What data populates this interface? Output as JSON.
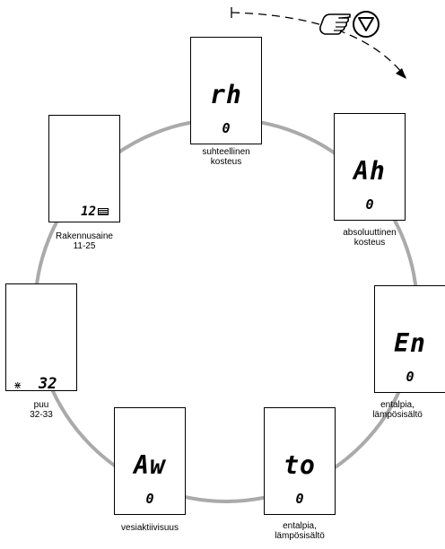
{
  "screens": {
    "rh": {
      "code": "rh",
      "value": "0",
      "caption": [
        "suhteellinen",
        "kosteus"
      ]
    },
    "ah": {
      "code": "Ah",
      "value": "0",
      "caption": [
        "absoluuttinen",
        "kosteus"
      ]
    },
    "en": {
      "code": "En",
      "value": "0",
      "caption": [
        "entalpia,",
        "lämpösisältö"
      ]
    },
    "to": {
      "code": "to",
      "value": "0",
      "caption": [
        "entalpia,",
        "lämpösisältö"
      ]
    },
    "aw": {
      "code": "Aw",
      "value": "0",
      "caption": [
        "vesiaktiivisuus"
      ]
    },
    "wood": {
      "value": "32",
      "caption": [
        "puu",
        "32-33"
      ]
    },
    "material": {
      "value": "12",
      "caption": [
        "Rakennusaine",
        "11-25"
      ]
    }
  },
  "icons": {
    "down_button": "triangle-down-icon",
    "hand": "pointing-hand-icon",
    "tree": "tree-icon",
    "brick": "brick-icon"
  }
}
